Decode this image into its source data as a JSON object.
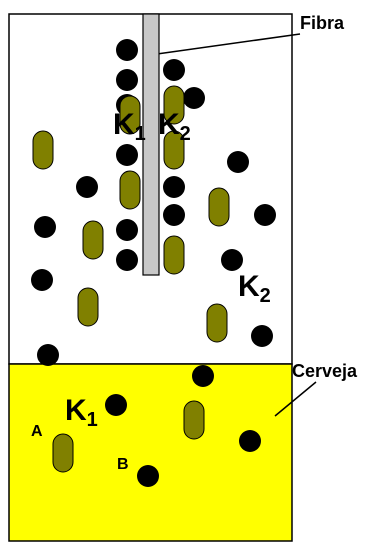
{
  "labels": {
    "fiber": "Fibra",
    "beer": "Cerveja",
    "point_a": "A",
    "point_b": "B",
    "k1_top": {
      "letter": "K",
      "sub": "1"
    },
    "k2_top": {
      "letter": "K",
      "sub": "2"
    },
    "k2_right": {
      "letter": "K",
      "sub": "2"
    },
    "k1_beer": {
      "letter": "K",
      "sub": "1"
    }
  },
  "colors": {
    "headspace": "#ffffff",
    "beer": "#ffff00",
    "fiber": "#c8c8c8",
    "molecule_round": "#000000",
    "molecule_capsule": "#808000",
    "outline": "#000000"
  }
}
